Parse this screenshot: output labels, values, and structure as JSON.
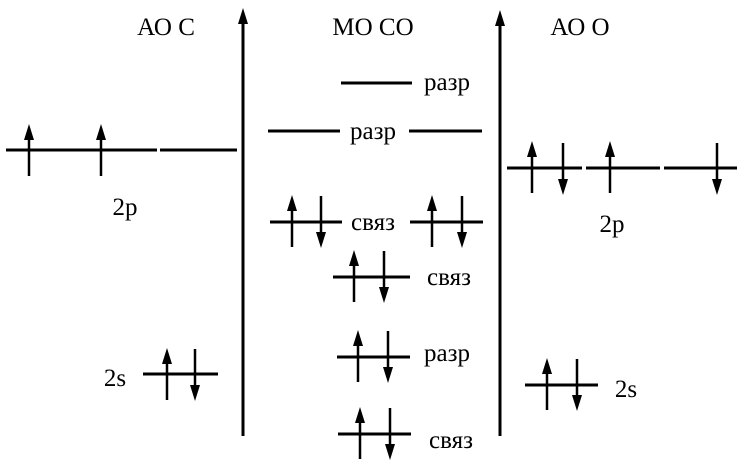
{
  "headers": {
    "ao_c": "АО С",
    "mo_co": "МО СО",
    "ao_o": "АО О"
  },
  "labels": {
    "c_2p": "2p",
    "c_2s": "2s",
    "o_2p": "2p",
    "o_2s": "2s",
    "mo_antibond_top": "разр",
    "mo_antibond_pi": "разр",
    "mo_bond_pi": "связ",
    "mo_bond_sigma": "связ",
    "mo_antibond_s": "разр",
    "mo_bond_s": "связ"
  },
  "electrons": {
    "c_2s": "up-down",
    "c_2p": [
      "up",
      "up",
      "empty"
    ],
    "o_2s": "up-down",
    "o_2p": [
      "up-down",
      "up",
      "down"
    ],
    "mo_antibond_top": "empty",
    "mo_antibond_pi": [
      "empty",
      "empty"
    ],
    "mo_bond_pi": [
      "up-down",
      "up-down"
    ],
    "mo_bond_sigma": "up-down",
    "mo_antibond_s": "up-down",
    "mo_bond_s": "up-down"
  }
}
